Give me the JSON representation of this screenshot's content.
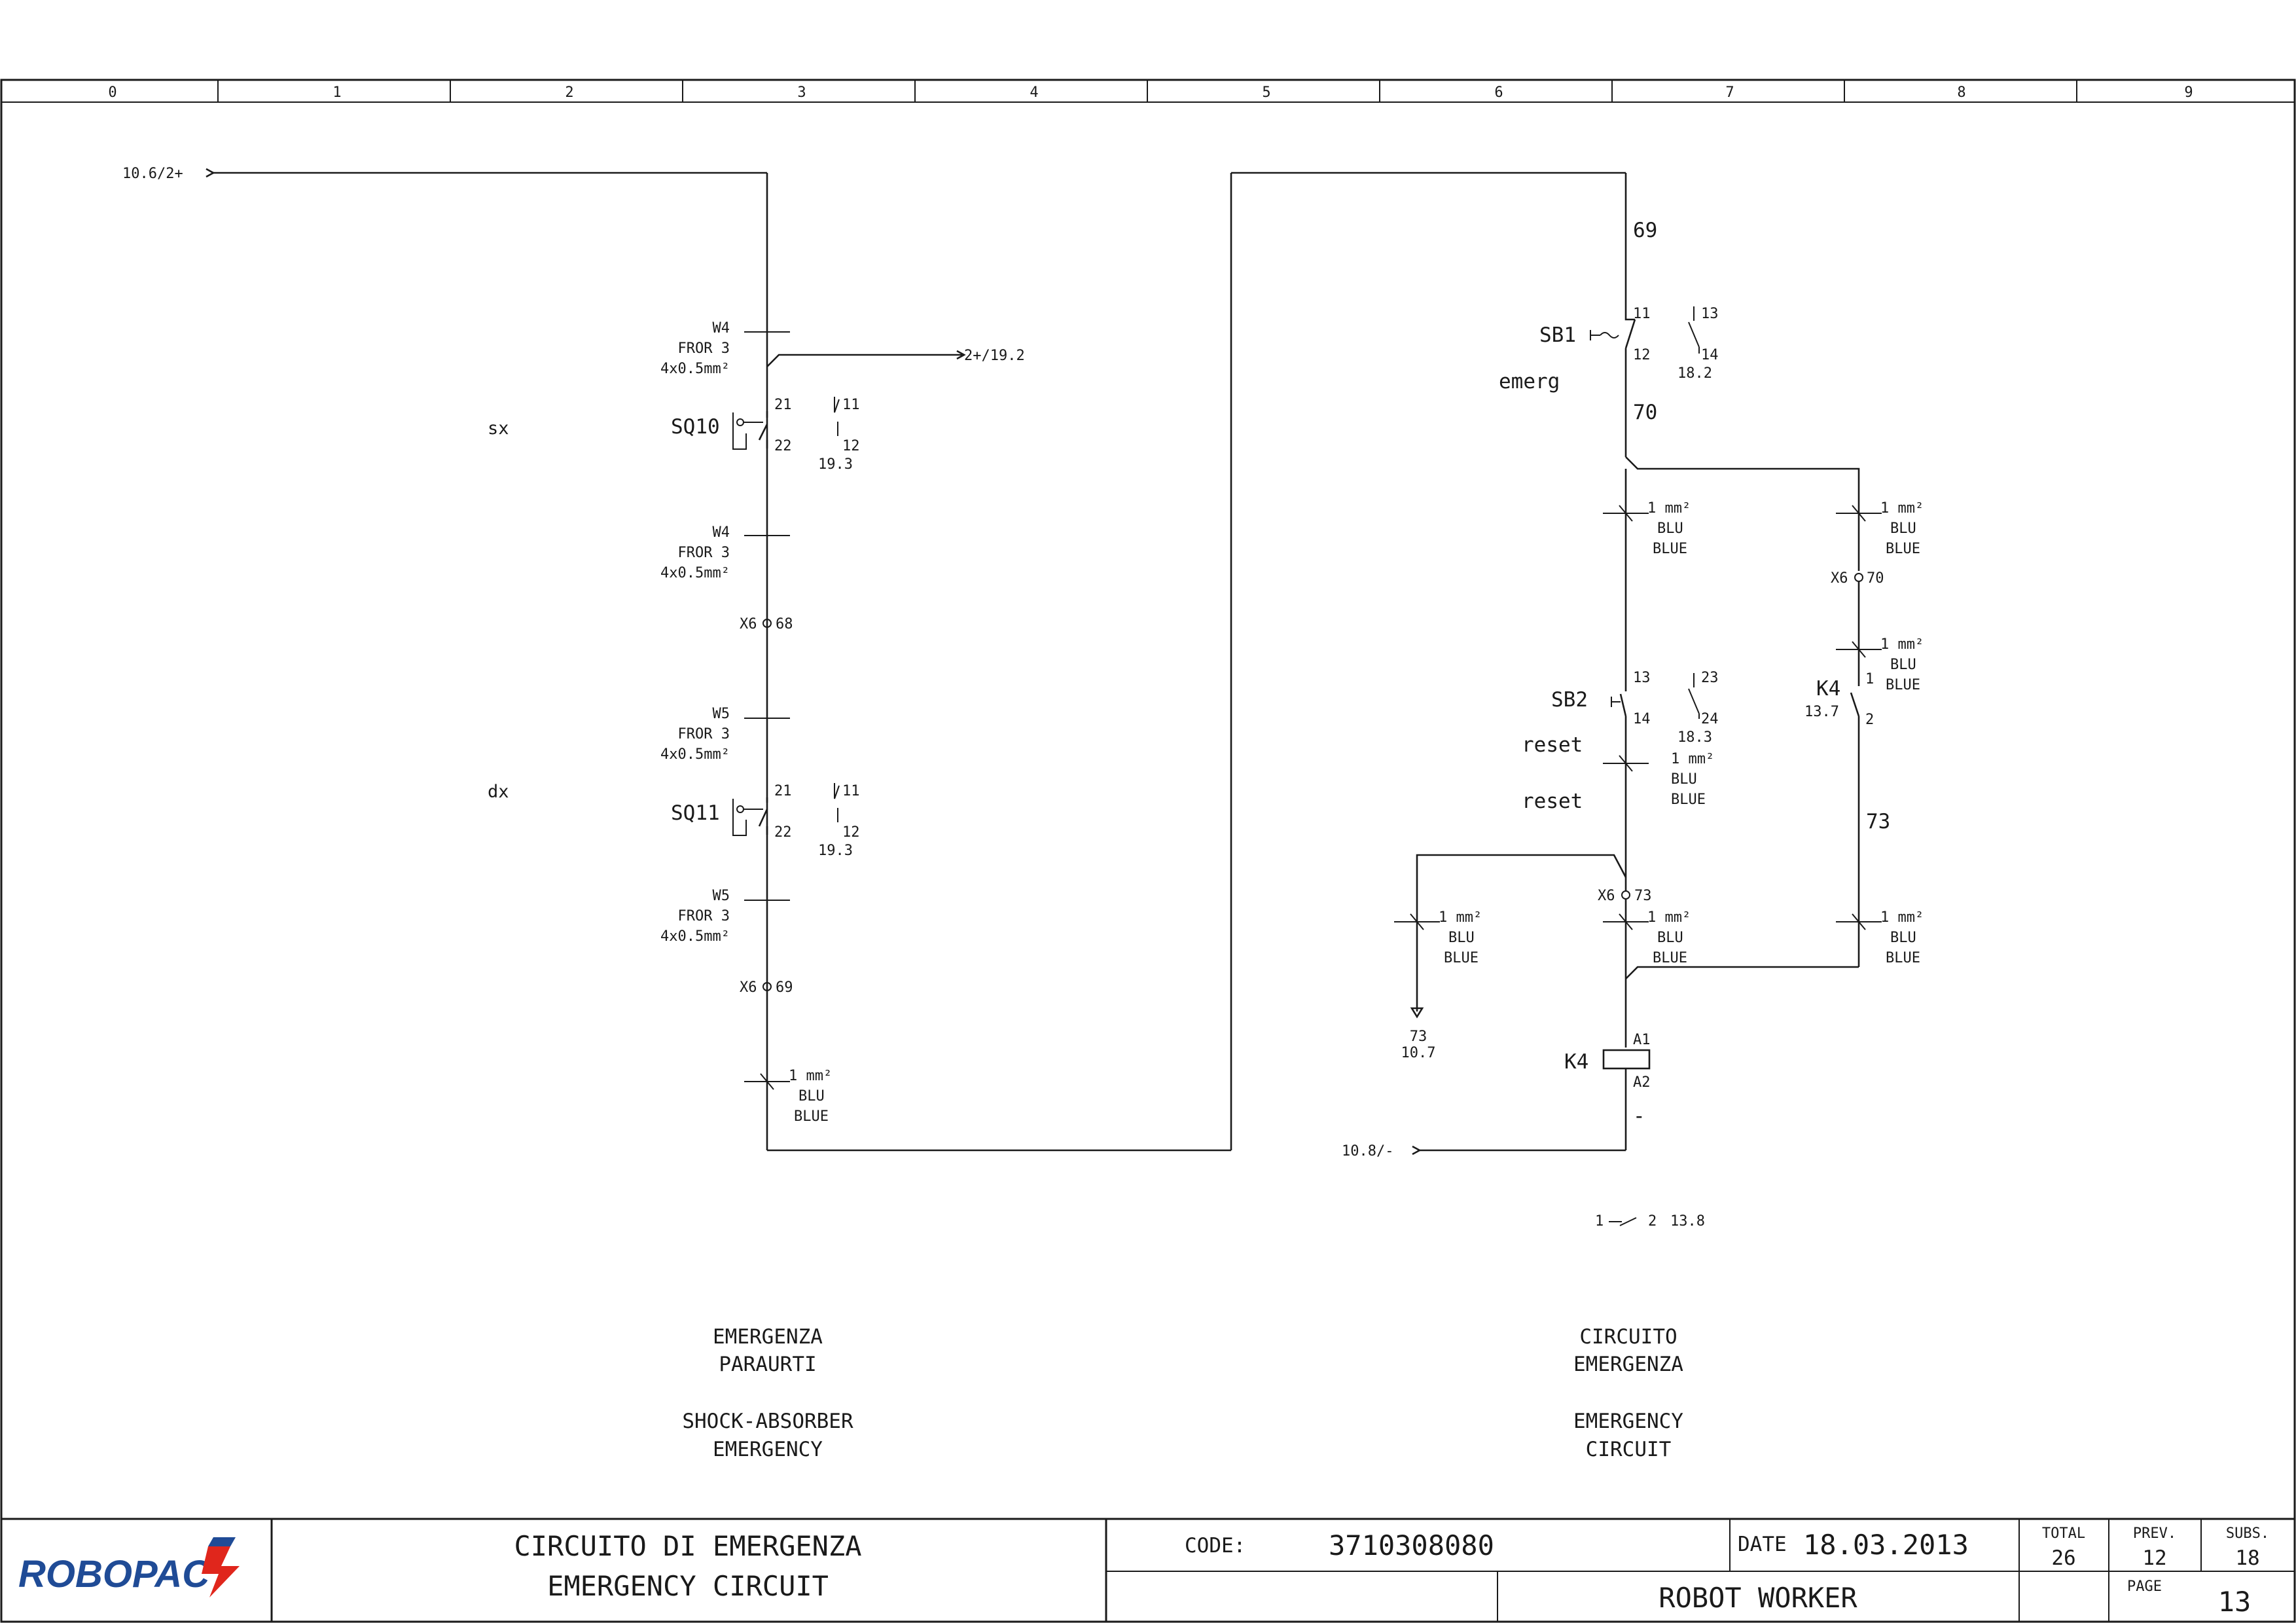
{
  "ruler": [
    "0",
    "1",
    "2",
    "3",
    "4",
    "5",
    "6",
    "7",
    "8",
    "9"
  ],
  "refs": {
    "in_left": "10.6/2+",
    "out_top": "2+/19.2",
    "in_bottom": "10.8/-",
    "k4_coil_ref": "73",
    "k4_coil_page": "10.7",
    "k4_contact_note_a": "1",
    "k4_contact_note_b": "2",
    "k4_contact_note_ref": "13.8"
  },
  "wires": {
    "w69": "69",
    "w70": "70",
    "w73": "73",
    "minus": "-"
  },
  "cables": [
    {
      "id": "W4",
      "type": "FROR 3",
      "section": "4x0.5mm²"
    },
    {
      "id": "W4",
      "type": "FROR 3",
      "section": "4x0.5mm²"
    },
    {
      "id": "W5",
      "type": "FROR 3",
      "section": "4x0.5mm²"
    },
    {
      "id": "W5",
      "type": "FROR 3",
      "section": "4x0.5mm²"
    }
  ],
  "wire_spec": {
    "size": "1 mm²",
    "it": "BLU",
    "en": "BLUE"
  },
  "terminals": {
    "x6_68": {
      "strip": "X6",
      "num": "68"
    },
    "x6_69": {
      "strip": "X6",
      "num": "69"
    },
    "x6_70": {
      "strip": "X6",
      "num": "70"
    },
    "x6_73": {
      "strip": "X6",
      "num": "73"
    }
  },
  "components": {
    "sq10": {
      "tag": "SQ10",
      "side": "sx",
      "nc_a": "21",
      "nc_b": "22",
      "no_a": "11",
      "no_b": "12",
      "ref": "19.3"
    },
    "sq11": {
      "tag": "SQ11",
      "side": "dx",
      "nc_a": "21",
      "nc_b": "22",
      "no_a": "11",
      "no_b": "12",
      "ref": "19.3"
    },
    "sb1": {
      "tag": "SB1",
      "label": "emerg",
      "nc_a": "11",
      "nc_b": "12",
      "no_a": "13",
      "no_b": "14",
      "ref": "18.2"
    },
    "sb2": {
      "tag": "SB2",
      "label1": "reset",
      "label2": "reset",
      "no_a": "13",
      "no_b": "14",
      "aux_a": "23",
      "aux_b": "24",
      "ref": "18.3"
    },
    "k4_contact": {
      "tag": "K4",
      "a": "1",
      "b": "2",
      "ref": "13.7"
    },
    "k4_coil": {
      "tag": "K4",
      "a1": "A1",
      "a2": "A2"
    }
  },
  "captions": {
    "left_it_1": "EMERGENZA",
    "left_it_2": "PARAURTI",
    "left_en_1": "SHOCK-ABSORBER",
    "left_en_2": "EMERGENCY",
    "right_it_1": "CIRCUITO",
    "right_it_2": "EMERGENZA",
    "right_en_1": "EMERGENCY",
    "right_en_2": "CIRCUIT"
  },
  "title_block": {
    "logo": "ROBOPAC",
    "title_it": "CIRCUITO DI EMERGENZA",
    "title_en": "EMERGENCY CIRCUIT",
    "code_label": "CODE:",
    "code": "3710308080",
    "date_label": "DATE",
    "date": "18.03.2013",
    "total_label": "TOTAL",
    "total": "26",
    "prev_label": "PREV.",
    "prev": "12",
    "subs_label": "SUBS.",
    "subs": "18",
    "machine": "ROBOT WORKER",
    "page_label": "PAGE",
    "page": "13"
  }
}
